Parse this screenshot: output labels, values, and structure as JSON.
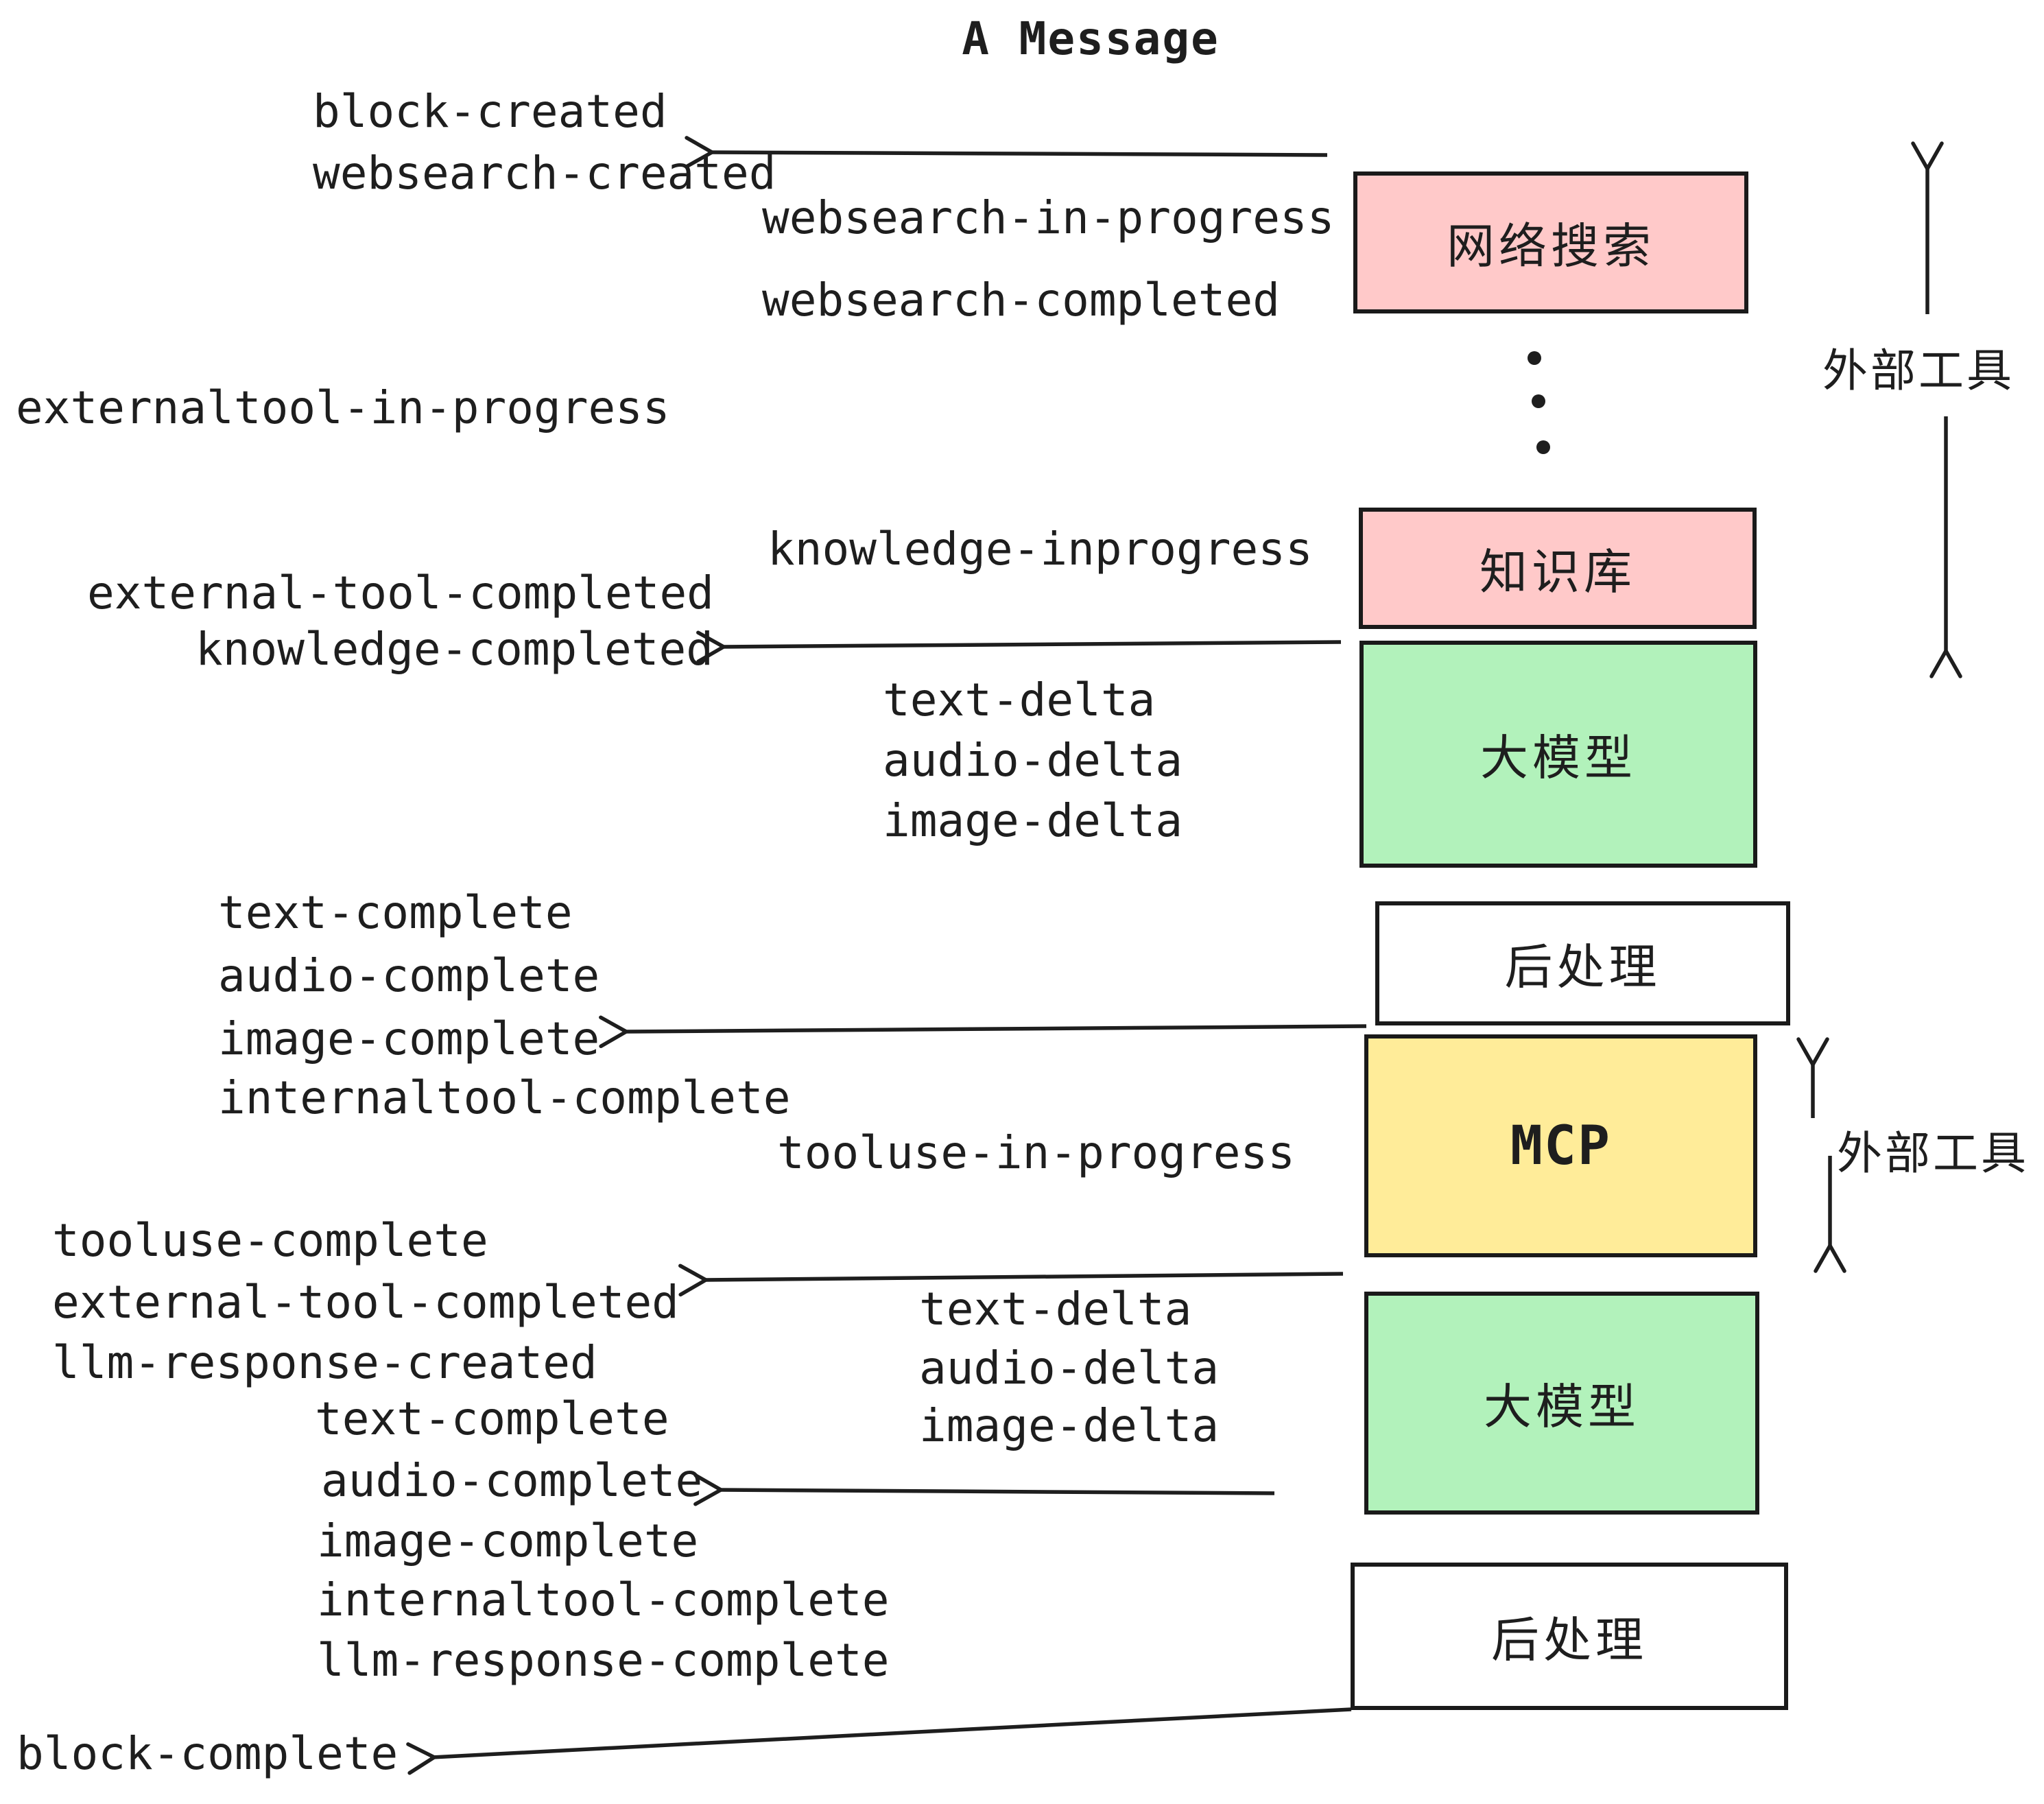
{
  "title": "A Message",
  "colors": {
    "box_pink": "#ffc9c9",
    "box_green": "#b2f2bb",
    "box_yellow": "#ffec99",
    "box_white": "#ffffff",
    "ink": "#1e1e1e"
  },
  "boxes": [
    {
      "label": "网络搜索"
    },
    {
      "label": "知识库"
    },
    {
      "label": "大模型"
    },
    {
      "label": "后处理"
    },
    {
      "label": "MCP"
    },
    {
      "label": "大模型"
    },
    {
      "label": "后处理"
    }
  ],
  "side_labels": [
    {
      "text": "外部工具"
    },
    {
      "text": "外部工具"
    }
  ],
  "events": [
    {
      "text": "block-created"
    },
    {
      "text": "websearch-created"
    },
    {
      "text": "websearch-in-progress"
    },
    {
      "text": "websearch-completed"
    },
    {
      "text": "externaltool-in-progress"
    },
    {
      "text": "knowledge-inprogress"
    },
    {
      "text": "external-tool-completed"
    },
    {
      "text": "knowledge-completed"
    },
    {
      "text": "text-delta"
    },
    {
      "text": "audio-delta"
    },
    {
      "text": "image-delta"
    },
    {
      "text": "text-complete"
    },
    {
      "text": "audio-complete"
    },
    {
      "text": "image-complete"
    },
    {
      "text": "internaltool-complete"
    },
    {
      "text": "tooluse-in-progress"
    },
    {
      "text": "tooluse-complete"
    },
    {
      "text": "external-tool-completed"
    },
    {
      "text": "llm-response-created"
    },
    {
      "text": "text-complete"
    },
    {
      "text": "audio-complete"
    },
    {
      "text": "text-delta"
    },
    {
      "text": "audio-delta"
    },
    {
      "text": "image-delta"
    },
    {
      "text": "image-complete"
    },
    {
      "text": "internaltool-complete"
    },
    {
      "text": "llm-response-complete"
    },
    {
      "text": "block-complete"
    }
  ]
}
